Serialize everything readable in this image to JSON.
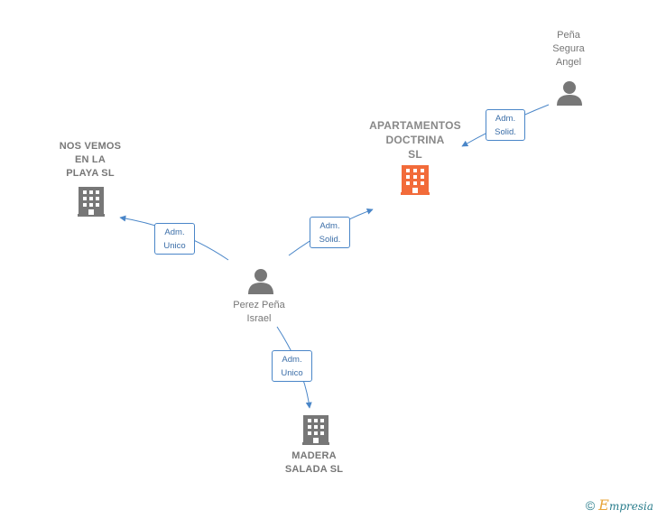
{
  "nodes": {
    "main_company": {
      "label": "APARTAMENTOS\nDOCTRINA\nSL",
      "icon": "building-icon",
      "color": "#f26b3a"
    },
    "nos_vemos": {
      "label": "NOS VEMOS\nEN LA\nPLAYA  SL",
      "icon": "building-icon",
      "color": "#777777"
    },
    "madera": {
      "label": "MADERA\nSALADA  SL",
      "icon": "building-icon",
      "color": "#777777"
    },
    "perez": {
      "label": "Perez Peña\nIsrael",
      "icon": "person-icon",
      "color": "#777777"
    },
    "pena": {
      "label": "Peña\nSegura\nAngel",
      "icon": "person-icon",
      "color": "#777777"
    }
  },
  "edges": [
    {
      "label": "Adm.\nSolid."
    },
    {
      "label": "Adm.\nSolid."
    },
    {
      "label": "Adm.\nUnico"
    },
    {
      "label": "Adm.\nUnico"
    }
  ],
  "colors": {
    "edge": "#4a86c8"
  },
  "brand": {
    "symbol": "©",
    "initial": "E",
    "rest": "mpresia"
  }
}
